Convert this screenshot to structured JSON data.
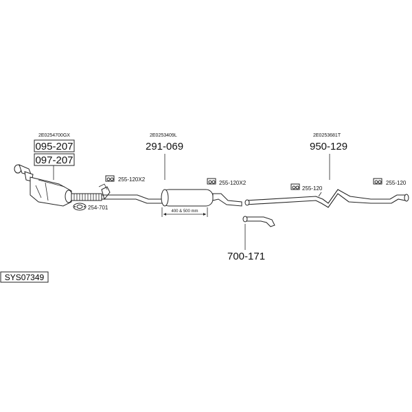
{
  "labels": {
    "code_left": "2E0254700GX",
    "code_mid": "2E0253409L",
    "code_right": "2E0253681T",
    "part_095": "095-207",
    "part_097": "097-207",
    "part_291": "291-069",
    "part_950": "950-129",
    "part_700": "700-171",
    "hanger_1": "255-120X2",
    "hanger_2": "255-120X2",
    "hanger_3": "255-120",
    "hanger_4": "255-120",
    "gasket": "254-701",
    "dimension": "400 & 500 mm",
    "system_id": "SYS07349"
  },
  "icons": {
    "hanger": "rubber-hanger-icon",
    "gasket": "gasket-ring-icon"
  },
  "colors": {
    "line": "#222222",
    "background": "#ffffff"
  }
}
